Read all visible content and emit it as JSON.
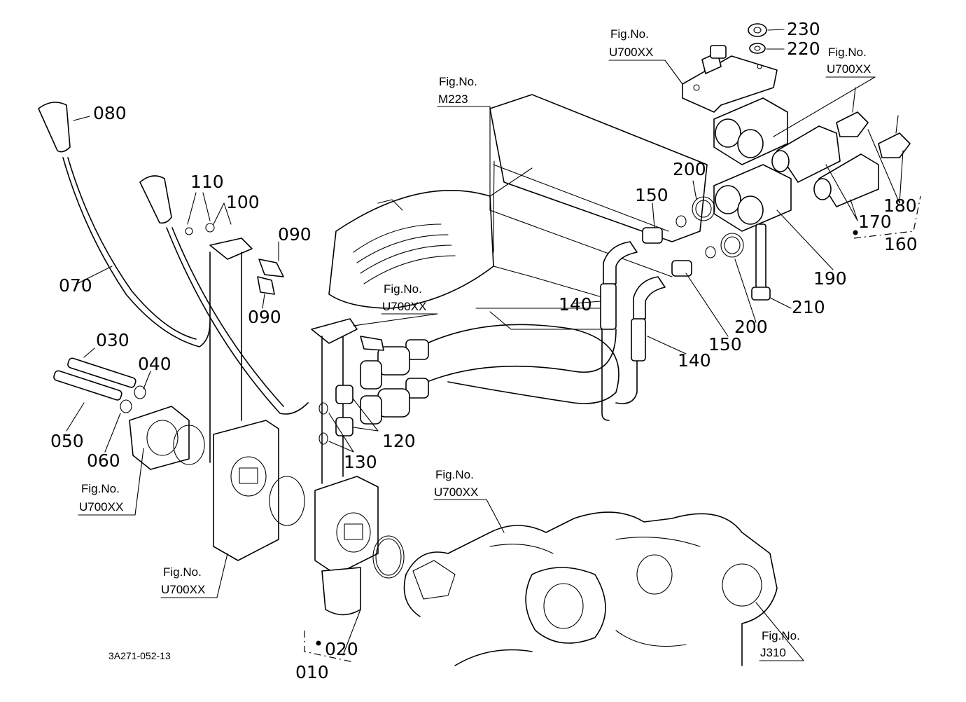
{
  "callouts": {
    "c010": "010",
    "c020": "020",
    "c030": "030",
    "c040": "040",
    "c050": "050",
    "c060": "060",
    "c070": "070",
    "c080": "080",
    "c090a": "090",
    "c090b": "090",
    "c100": "100",
    "c110": "110",
    "c120": "120",
    "c130": "130",
    "c140a": "140",
    "c140b": "140",
    "c150a": "150",
    "c150b": "150",
    "c160": "160",
    "c170": "170",
    "c180": "180",
    "c190": "190",
    "c200a": "200",
    "c200b": "200",
    "c210": "210",
    "c220": "220",
    "c230": "230"
  },
  "figrefs": {
    "fig_label": "Fig.No.",
    "top_u700": "U700XX",
    "right_u700": "U700XX",
    "m223": "M223",
    "mid_u700": "U700XX",
    "left_u700": "U700XX",
    "valve_u700": "U700XX",
    "bottom_u700": "U700XX",
    "j310": "J310"
  },
  "diagram_code": "3A271-052-13"
}
